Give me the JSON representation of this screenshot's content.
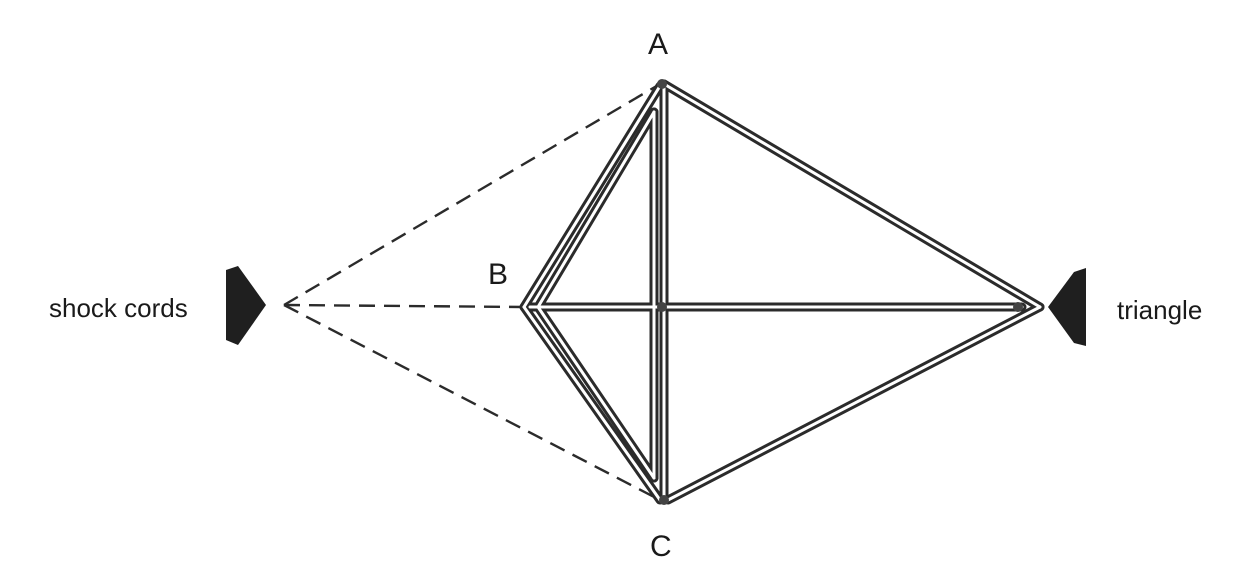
{
  "points": {
    "a": "A",
    "b": "B",
    "c": "C"
  },
  "labels": {
    "left": "shock cords",
    "right": "triangle"
  }
}
